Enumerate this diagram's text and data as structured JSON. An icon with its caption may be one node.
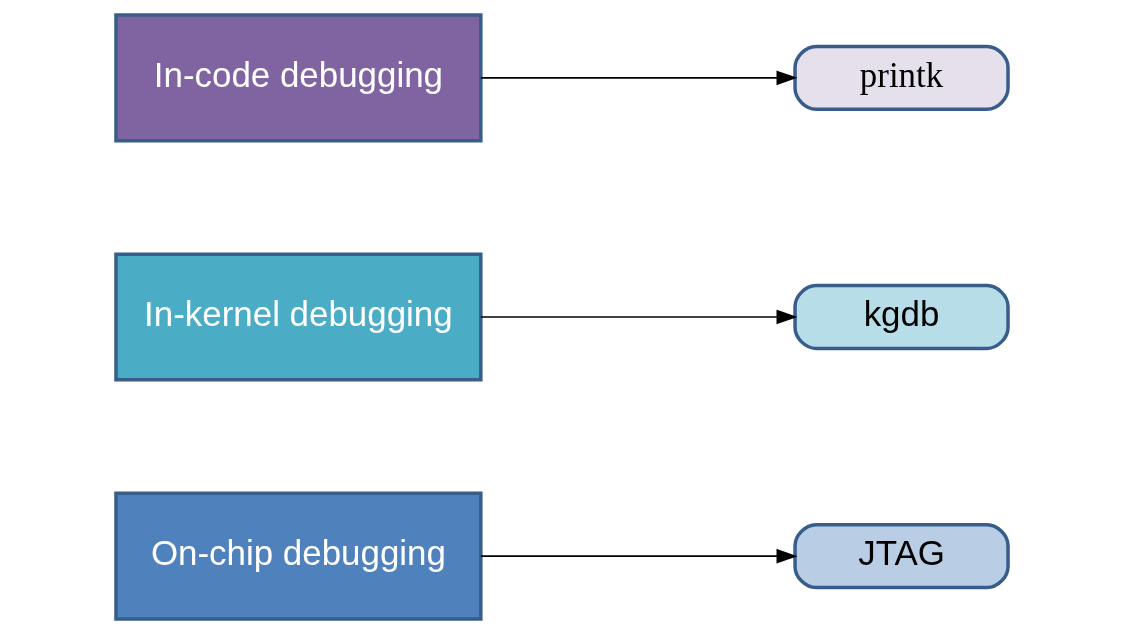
{
  "diagram": {
    "nodes": [
      {
        "text": [
          "On-chip debugging"
        ]
      },
      {
        "text": [
          "JTAG"
        ]
      },
      {
        "text": [
          "In-kernel debugging"
        ]
      },
      {
        "text": [
          "kgdb"
        ]
      },
      {
        "text": [
          "In-code debugging"
        ]
      },
      {
        "text": [
          "printk"
        ]
      }
    ],
    "edges": [
      {
        "from": 0,
        "to": 1,
        "arrow": "to"
      },
      {
        "from": 2,
        "to": 3,
        "arrow": "to"
      },
      {
        "from": 4,
        "to": 5,
        "arrow": "to"
      }
    ]
  }
}
